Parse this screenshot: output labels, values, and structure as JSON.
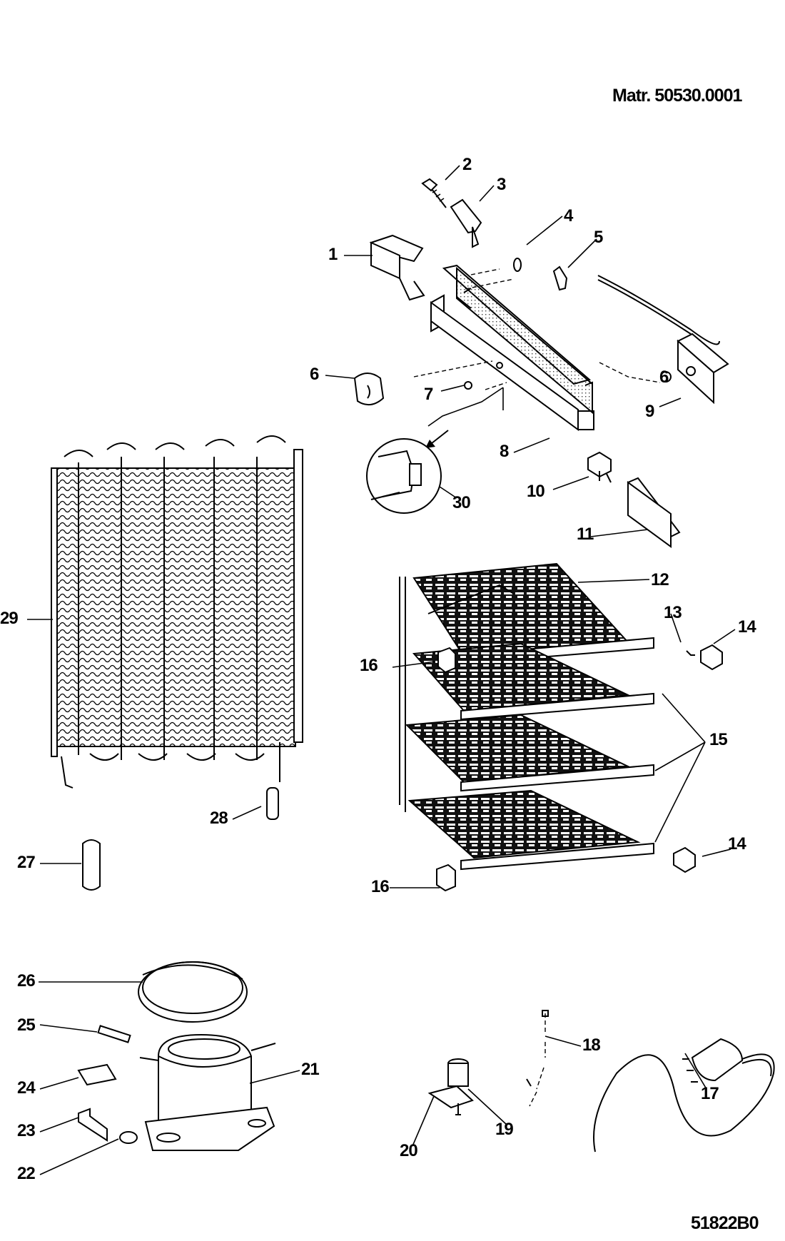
{
  "header": {
    "model": "Matr. 50530.0001",
    "code": "51822B0"
  },
  "labels": {
    "l1": "1",
    "l2": "2",
    "l3": "3",
    "l4": "4",
    "l5": "5",
    "l6a": "6",
    "l6b": "6",
    "l7": "7",
    "l8": "8",
    "l9": "9",
    "l10": "10",
    "l11": "11",
    "l12": "12",
    "l13": "13",
    "l14a": "14",
    "l14b": "14",
    "l15": "15",
    "l16a": "16",
    "l16b": "16",
    "l17": "17",
    "l18": "18",
    "l19": "19",
    "l20": "20",
    "l21": "21",
    "l22": "22",
    "l23": "23",
    "l24": "24",
    "l25": "25",
    "l26": "26",
    "l27": "27",
    "l28": "28",
    "l29": "29",
    "l30": "30"
  }
}
